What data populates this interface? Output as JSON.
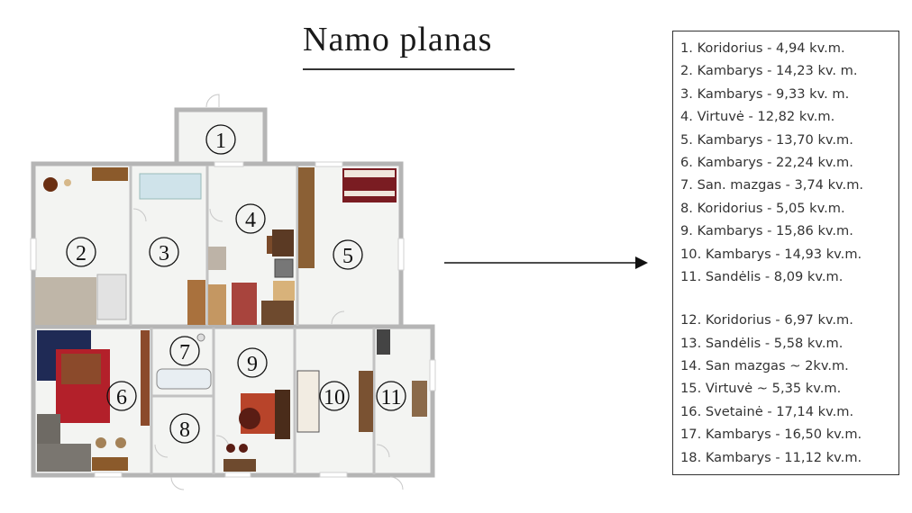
{
  "title": "Namo planas",
  "room_numbers": [
    "1",
    "2",
    "3",
    "4",
    "5",
    "6",
    "7",
    "8",
    "9",
    "10",
    "11"
  ],
  "legend": {
    "group1": [
      "1. Koridorius - 4,94 kv.m.",
      "2. Kambarys - 14,23 kv. m.",
      "3. Kambarys - 9,33 kv. m.",
      "4. Virtuvė - 12,82 kv.m.",
      "5. Kambarys - 13,70 kv.m.",
      "6. Kambarys - 22,24 kv.m.",
      "7. San. mazgas - 3,74 kv.m.",
      "8. Koridorius - 5,05 kv.m.",
      "9. Kambarys - 15,86 kv.m.",
      "10. Kambarys - 14,93 kv.m.",
      "11. Sandėlis - 8,09 kv.m."
    ],
    "group2": [
      "12. Koridorius - 6,97 kv.m.",
      "13. Sandėlis - 5,58 kv.m.",
      "14. San mazgas ~ 2kv.m.",
      "15. Virtuvė ~ 5,35 kv.m.",
      "16. Svetainė - 17,14 kv.m.",
      "17. Kambarys - 16,50 kv.m.",
      "18. Kambarys - 11,12 kv.m."
    ]
  },
  "colors": {
    "wall": "#b5b5b5",
    "floor": "#f3f4f2",
    "wood": "#8b5a2b",
    "rug_red": "#b3202a",
    "sofa_navy": "#1f2a55",
    "sofa_grey": "#7a7670"
  }
}
